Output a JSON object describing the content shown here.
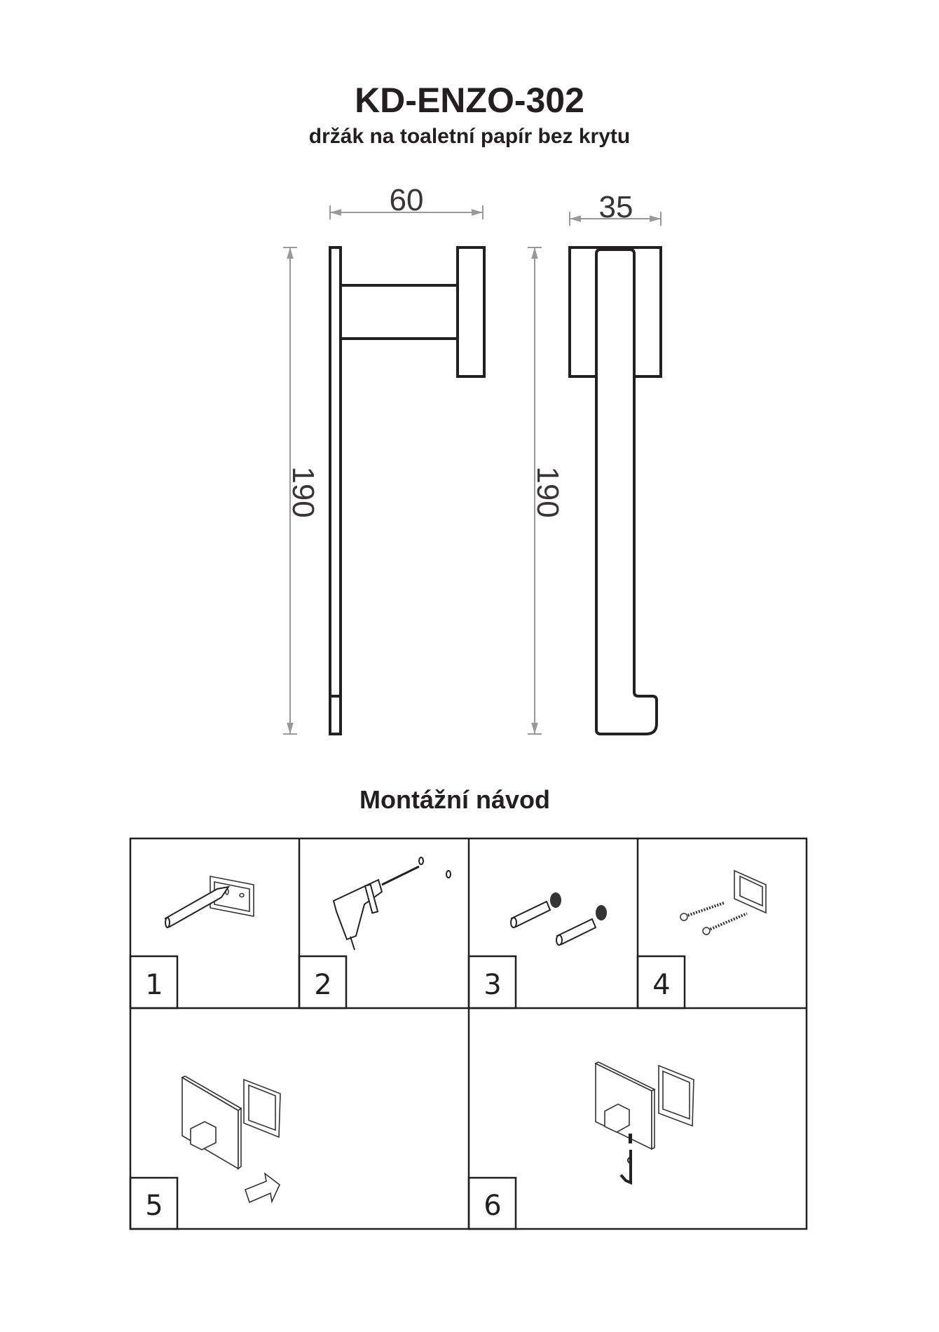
{
  "header": {
    "title": "KD-ENZO-302",
    "subtitle": "držák na toaletní papír bez krytu"
  },
  "drawing": {
    "front_view": {
      "width_label": "60",
      "height_label": "190"
    },
    "side_view": {
      "width_label": "35",
      "height_label": "190"
    }
  },
  "instructions": {
    "title": "Montážní návod",
    "steps": [
      {
        "number": "1",
        "icon": "pencil-mark-icon"
      },
      {
        "number": "2",
        "icon": "drill-icon"
      },
      {
        "number": "3",
        "icon": "wall-plug-icon"
      },
      {
        "number": "4",
        "icon": "screw-icon"
      },
      {
        "number": "5",
        "icon": "attach-holder-icon"
      },
      {
        "number": "6",
        "icon": "hex-key-icon"
      }
    ]
  }
}
